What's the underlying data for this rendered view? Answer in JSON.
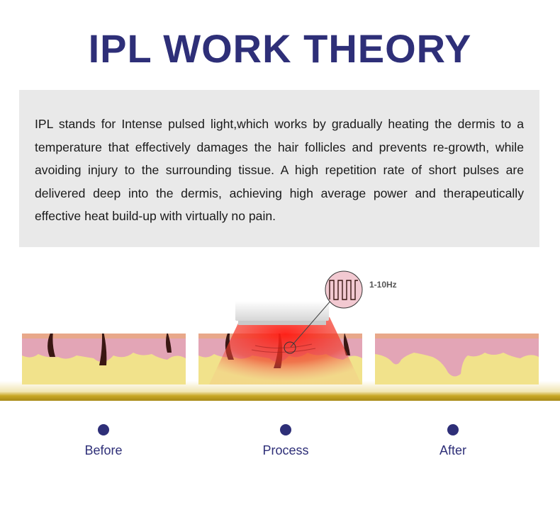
{
  "title": "IPL WORK THEORY",
  "description": "IPL stands for Intense pulsed light,which works by gradually heating the dermis to a temperature that effectively damages the hair follicles and prevents re-growth, while avoiding injury to the surrounding tissue. A high repetition rate of short pulses are delivered deep into the dermis, achieving high average power and therapeutically effective heat build-up with virtually no pain.",
  "frequency_label": "1-10Hz",
  "stages": [
    {
      "label": "Before"
    },
    {
      "label": "Process"
    },
    {
      "label": "After"
    }
  ],
  "colors": {
    "title": "#2e2f78",
    "box_bg": "#e9e9e9",
    "dermis": "#e3a5b6",
    "fat": "#f1e28b",
    "epidermis": "#e8a88a",
    "hair": "#3a1713",
    "gold_bar": "#c9a724",
    "light": "#ee2a24"
  }
}
